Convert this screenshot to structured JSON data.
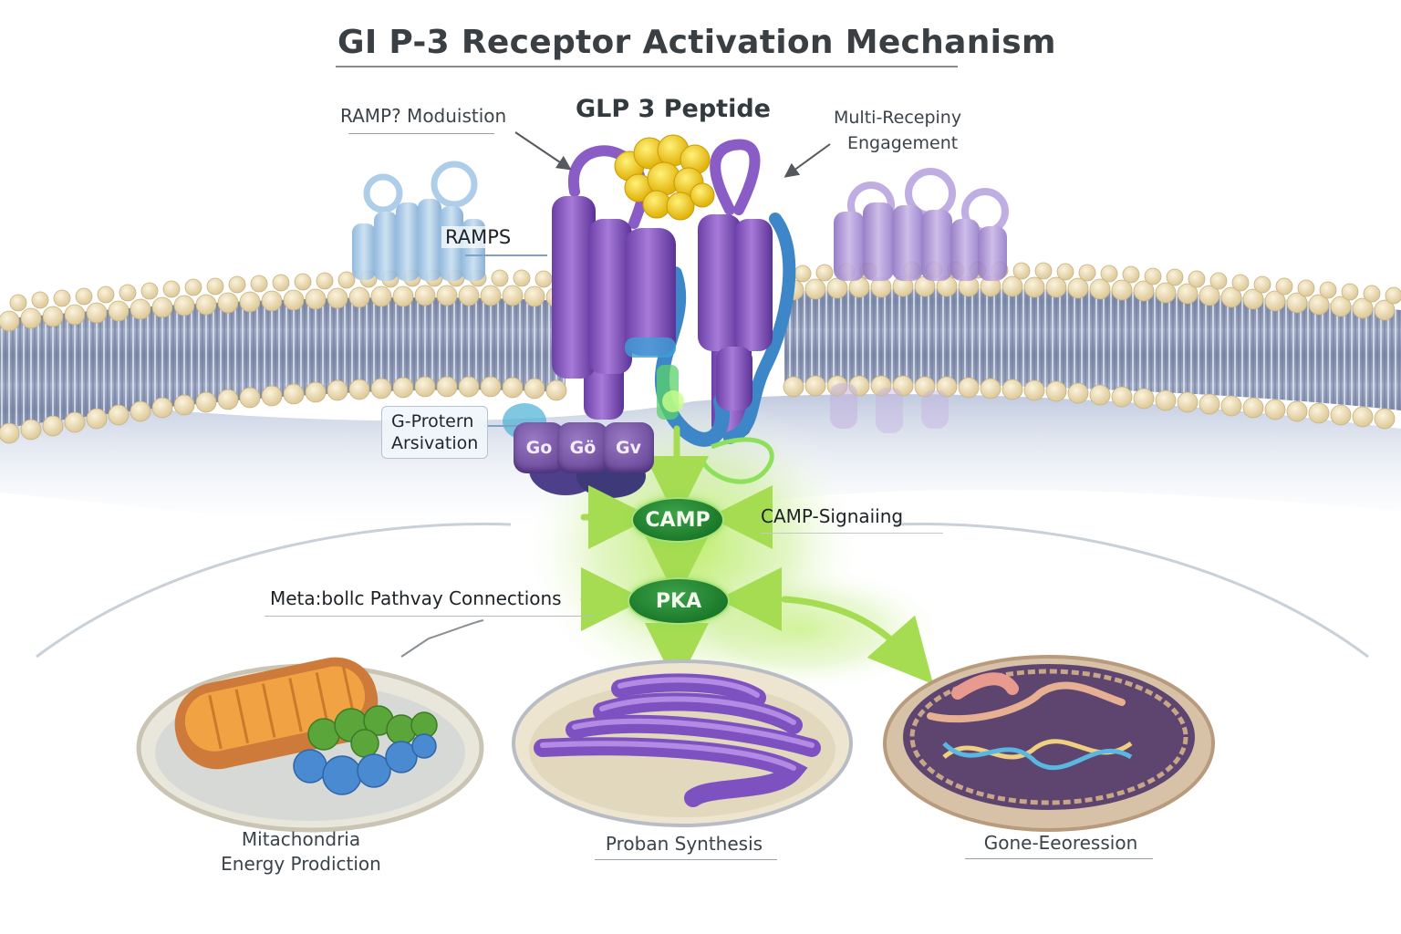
{
  "title": "GI P-3 Receptor Activation Mechanism",
  "labels": {
    "ramp_modulation": "RAMP? Moduistion",
    "peptide": "GLP 3 Peptide",
    "multi_receptor_line1": "Multi-Recepiny",
    "multi_receptor_line2": "Engagement",
    "ramps": "RAMPS",
    "g_protein_line1": "G-Protern",
    "g_protein_line2": "Arsivation",
    "camp_signaling": "CAMP-Signaiing",
    "metabolic": "Meta:bollc Pathvay Connections"
  },
  "g_protein_subunits": [
    "Go",
    "Gö",
    "Gv"
  ],
  "pathway_nodes": {
    "camp": "CAMP",
    "pka": "PKA"
  },
  "outcomes": [
    {
      "name": "mitochondria",
      "line1": "Mitachondria",
      "line2": "Energy Prodiction"
    },
    {
      "name": "protein-synthesis",
      "line1": "Proban Synthesis",
      "line2": ""
    },
    {
      "name": "gene-expression",
      "line1": "Gone-Eeoression",
      "line2": ""
    }
  ],
  "colors": {
    "receptor": "#7b4fb8",
    "receptor_blue": "#3b7fc4",
    "peptide": "#f2cf1f",
    "ramp_left": "#9cc4e4",
    "ramp_right": "#b49ad8",
    "lipid_head": "#f1e3bd",
    "lipid_tail": "#8f9bb8",
    "pathway_green": "#1b7a2a",
    "glow_green": "#9ee24e",
    "mito_orange": "#e88a2a",
    "nucleus": "#5a3f6a"
  }
}
